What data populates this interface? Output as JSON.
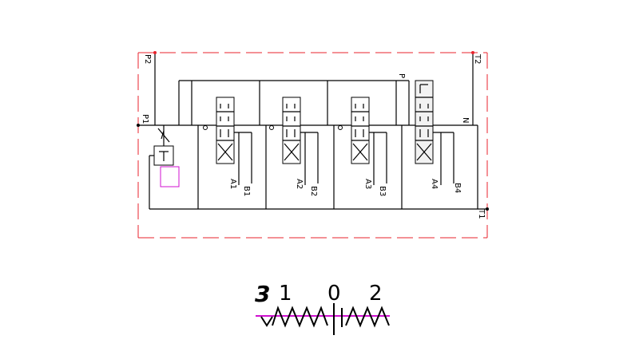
{
  "ports": {
    "p2": "P2",
    "p1": "P1",
    "t2": "T2",
    "t1": "T1",
    "p": "P",
    "n": "N"
  },
  "sections": [
    {
      "a": "A1",
      "b": "B1"
    },
    {
      "a": "A2",
      "b": "B2"
    },
    {
      "a": "A3",
      "b": "B3"
    },
    {
      "a": "A4",
      "b": "B4"
    }
  ],
  "detent": {
    "pos3": "3",
    "pos1": "1",
    "pos0": "0",
    "pos2": "2"
  },
  "colors": {
    "line": "#000000",
    "boundary": "#e8232c",
    "highlight": "#d010d0"
  }
}
